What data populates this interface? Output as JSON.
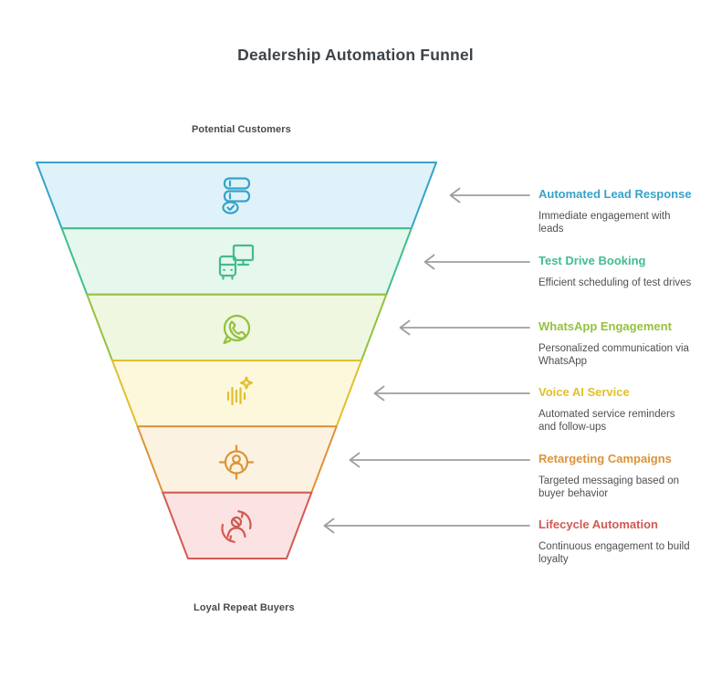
{
  "title": "Dealership Automation Funnel",
  "funnel": {
    "top_label": "Potential Customers",
    "bottom_label": "Loyal Repeat Buyers"
  },
  "arrow_color": "#9e9e9e",
  "levels": [
    {
      "title": "Automated Lead Response",
      "description": "Immediate engagement with leads",
      "color": "#35a3c9",
      "fill": "#dff2f9",
      "icon": "lead-form-icon"
    },
    {
      "title": "Test Drive Booking",
      "description": "Efficient scheduling of test drives",
      "color": "#41bd8e",
      "fill": "#e6f7ee",
      "icon": "car-monitor-icon"
    },
    {
      "title": "WhatsApp Engagement",
      "description": "Personalized communication via WhatsApp",
      "color": "#94c13f",
      "fill": "#eff7e0",
      "icon": "whatsapp-icon"
    },
    {
      "title": "Voice AI Service",
      "description": "Automated service reminders and follow-ups",
      "color": "#e0c02d",
      "fill": "#fdf8dc",
      "icon": "voice-waveform-icon"
    },
    {
      "title": "Retargeting Campaigns",
      "description": "Targeted messaging based on buyer behavior",
      "color": "#dc9338",
      "fill": "#fcf2e1",
      "icon": "target-person-icon"
    },
    {
      "title": "Lifecycle Automation",
      "description": "Continuous engagement to build loyalty",
      "color": "#d15a53",
      "fill": "#fae3e2",
      "icon": "person-cycle-icon"
    }
  ]
}
